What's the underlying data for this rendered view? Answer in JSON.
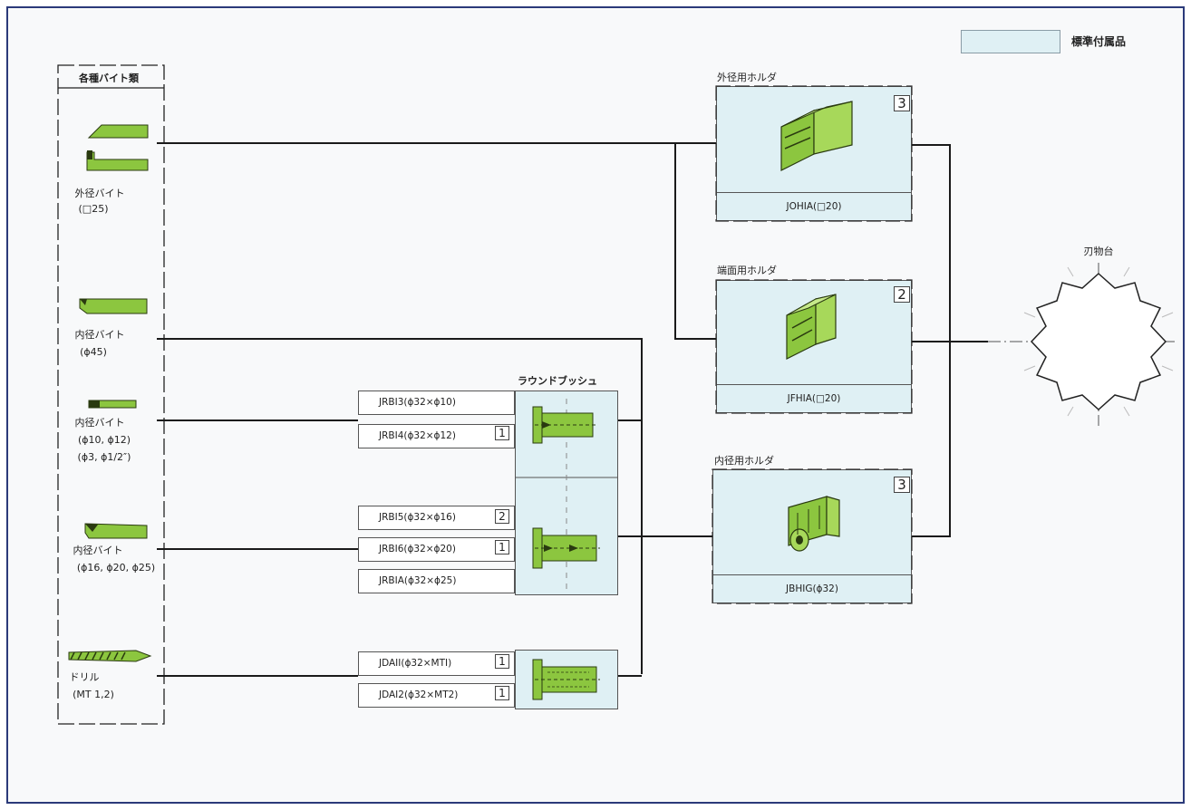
{
  "legend": {
    "label": "標準付属品",
    "swatch_color": "#dff0f4"
  },
  "tools": {
    "header": "各種バイト類",
    "items": [
      {
        "name": "外径バイト",
        "spec": [
          "(□25)"
        ]
      },
      {
        "name": "内径バイト",
        "spec": [
          "(ϕ45)"
        ]
      },
      {
        "name": "内径バイト",
        "spec": [
          "(ϕ10, ϕ12)",
          "(ϕ3, ϕ1/2″)"
        ]
      },
      {
        "name": "内径バイト",
        "spec": [
          "(ϕ16, ϕ20, ϕ25)"
        ]
      },
      {
        "name": "ドリル",
        "spec": [
          "(MT 1,2)"
        ]
      }
    ]
  },
  "bushings": {
    "title": "ラウンドブッシュ",
    "rows": [
      {
        "code": "JRBI3(ϕ32×ϕ10)",
        "qty": ""
      },
      {
        "code": "JRBI4(ϕ32×ϕ12)",
        "qty": "1"
      },
      {
        "code": "JRBI5(ϕ32×ϕ16)",
        "qty": "2"
      },
      {
        "code": "JRBI6(ϕ32×ϕ20)",
        "qty": "1"
      },
      {
        "code": "JRBIA(ϕ32×ϕ25)",
        "qty": ""
      },
      {
        "code": "JDAII(ϕ32×MTI)",
        "qty": "1"
      },
      {
        "code": "JDAI2(ϕ32×MT2)",
        "qty": "1"
      }
    ]
  },
  "holders": [
    {
      "title": "外径用ホルダ",
      "code": "JOHIA(□20)",
      "qty": "3"
    },
    {
      "title": "端面用ホルダ",
      "code": "JFHIA(□20)",
      "qty": "2"
    },
    {
      "title": "内径用ホルダ",
      "code": "JBHIG(ϕ32)",
      "qty": "3"
    }
  ],
  "turret": {
    "label": "刃物台"
  },
  "colors": {
    "frame": "#2b3a7a",
    "panel_fill": "#dff0f4",
    "part_green": "#8cc63f",
    "line": "#1a1a1a"
  },
  "icons": [
    "od-tool-icon",
    "boring-bar-icon",
    "small-boring-bar-icon",
    "drill-icon",
    "holder-icon",
    "bushing-icon",
    "turret-icon"
  ]
}
